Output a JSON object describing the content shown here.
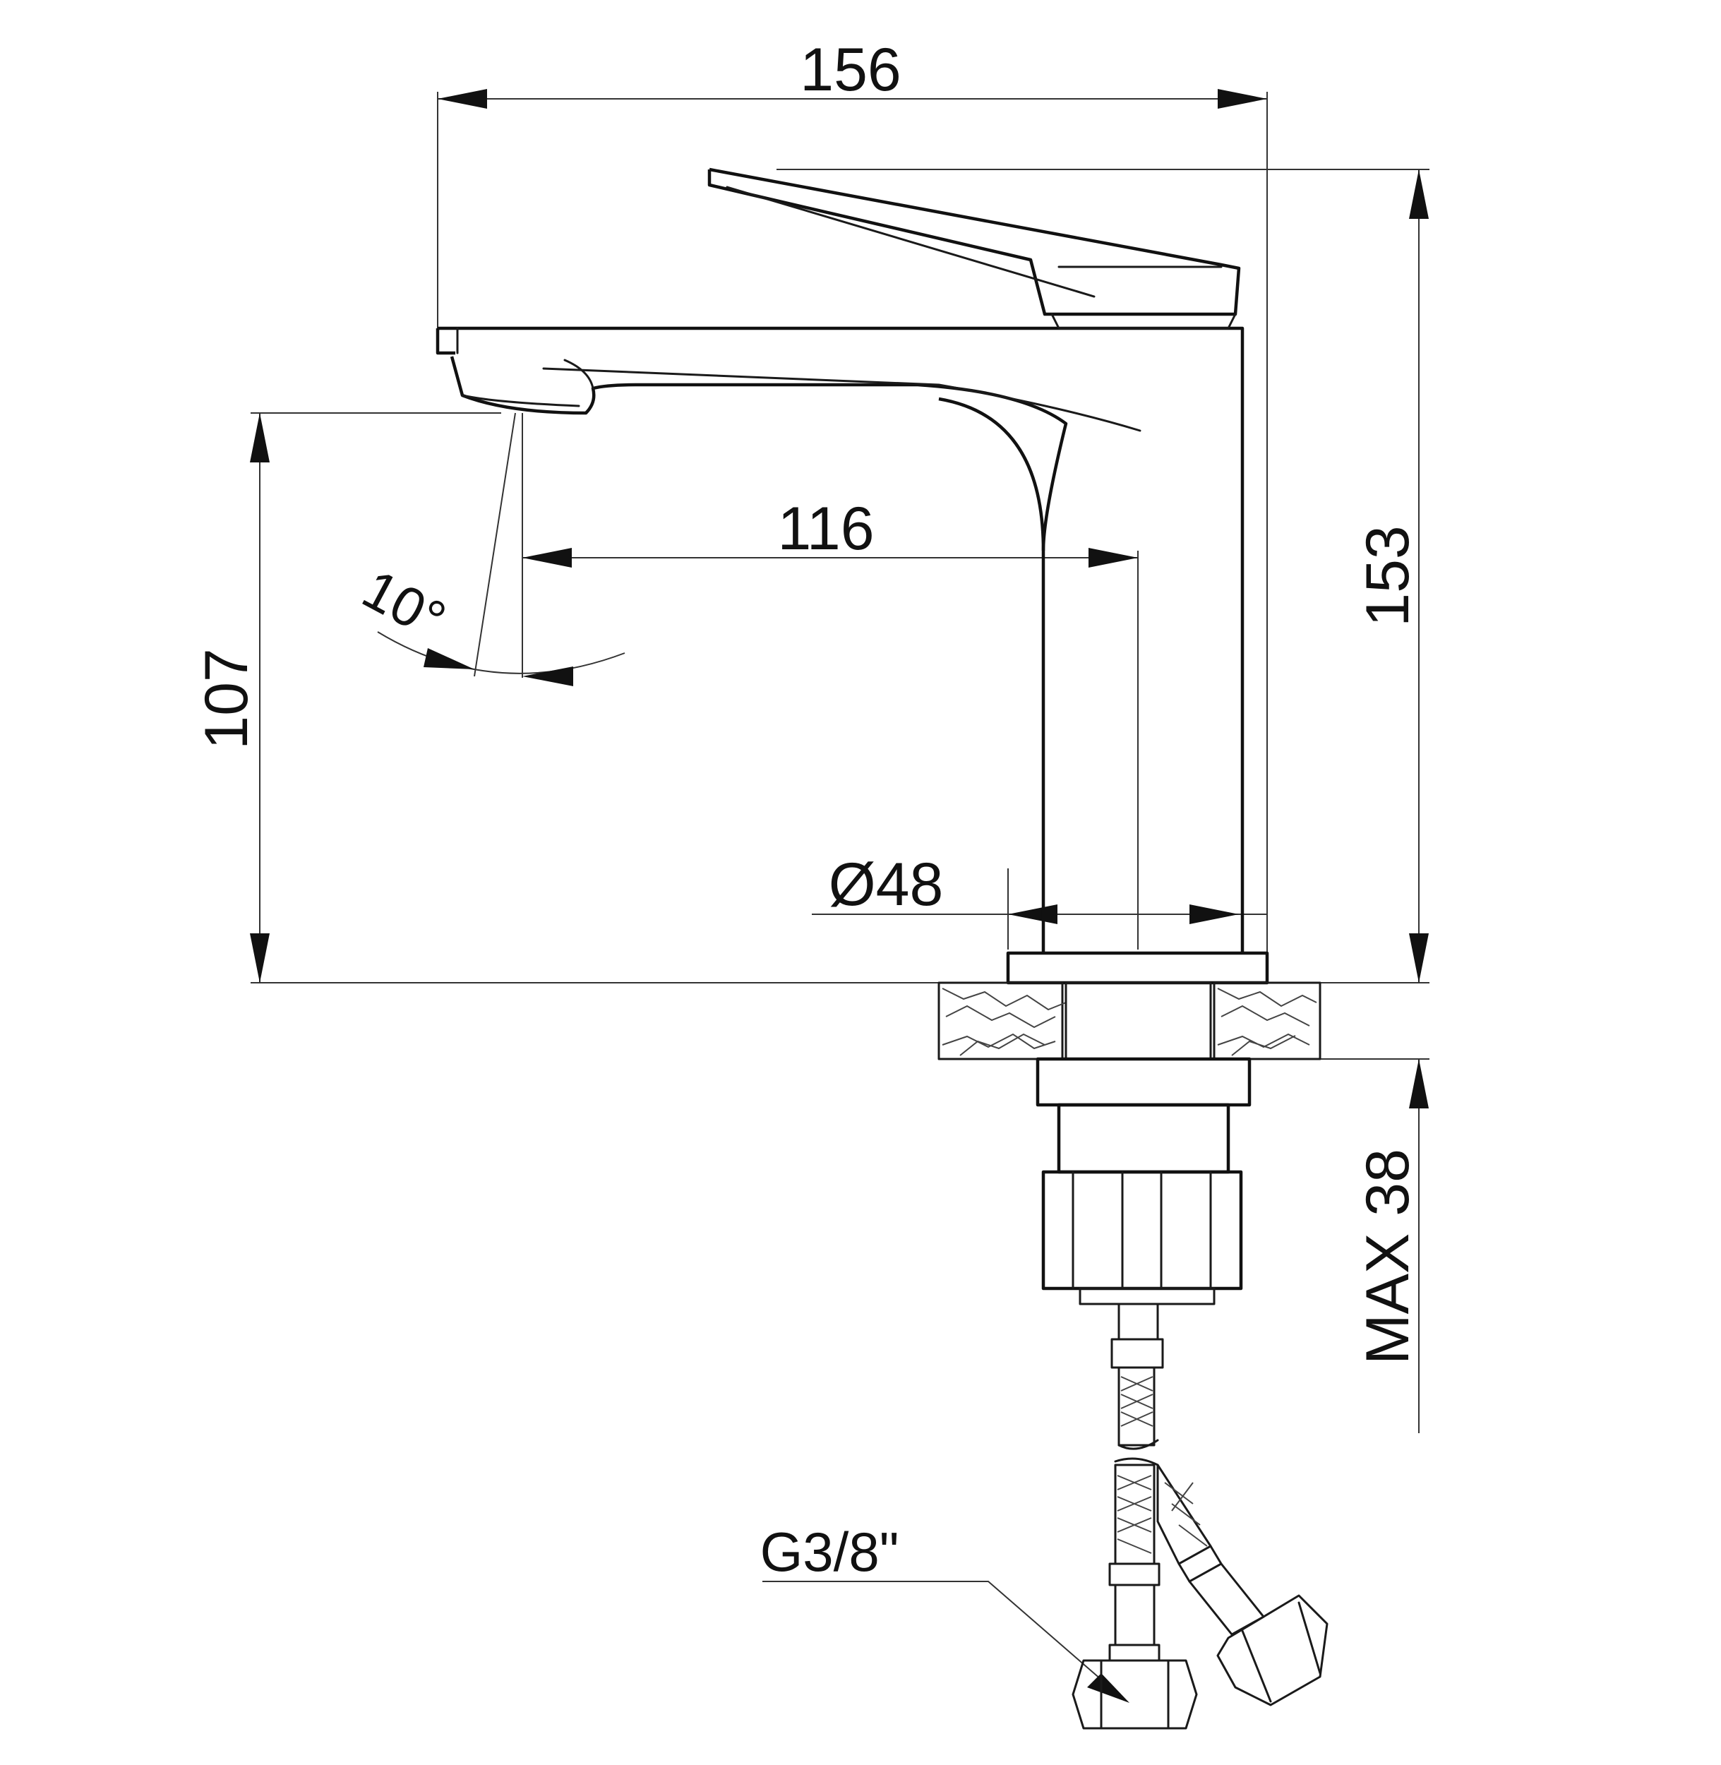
{
  "dimensions": {
    "overall_width": "156",
    "overall_height": "153",
    "spout_height": "107",
    "spout_reach": "116",
    "spout_angle": "10°",
    "base_diameter": "Ø48",
    "max_thickness": "MAX 38",
    "thread": "G3/8\""
  },
  "colors": {
    "line": "#111111",
    "background": "#ffffff"
  }
}
